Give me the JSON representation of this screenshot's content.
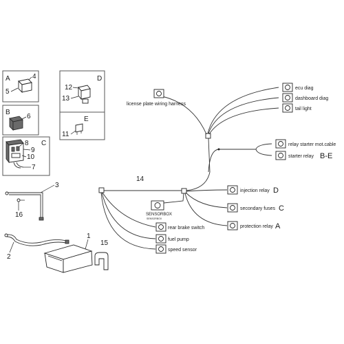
{
  "boxes": {
    "A": {
      "letter": "A",
      "parts": [
        "4",
        "5"
      ]
    },
    "B": {
      "letter": "B",
      "parts": [
        "6"
      ]
    },
    "C": {
      "letter": "C",
      "parts": [
        "8",
        "9",
        "10",
        "7"
      ]
    },
    "D": {
      "letter": "D",
      "parts": [
        "12",
        "13"
      ]
    },
    "E": {
      "letter": "E",
      "parts": [
        "11"
      ]
    }
  },
  "loose_parts": [
    "3",
    "16",
    "1",
    "2",
    "15",
    "14"
  ],
  "connectors": [
    {
      "label": "license plate wiring harness",
      "tag": ""
    },
    {
      "label": "ecu diag",
      "tag": ""
    },
    {
      "label": "dashboard diag",
      "tag": ""
    },
    {
      "label": "tail light",
      "tag": ""
    },
    {
      "label": "relay starter mot.cable",
      "tag": ""
    },
    {
      "label": "starter relay",
      "tag": "B-E"
    },
    {
      "label": "injection relay",
      "tag": "D"
    },
    {
      "label": "secondary fuses",
      "tag": "C"
    },
    {
      "label": "protection relay",
      "tag": "A"
    },
    {
      "label": "rear brake switch",
      "tag": ""
    },
    {
      "label": "fuel pump",
      "tag": ""
    },
    {
      "label": "speed sensor",
      "tag": ""
    }
  ],
  "sensorbox": {
    "title": "SENSORBOX",
    "subtitle": "SENSORBOX"
  }
}
